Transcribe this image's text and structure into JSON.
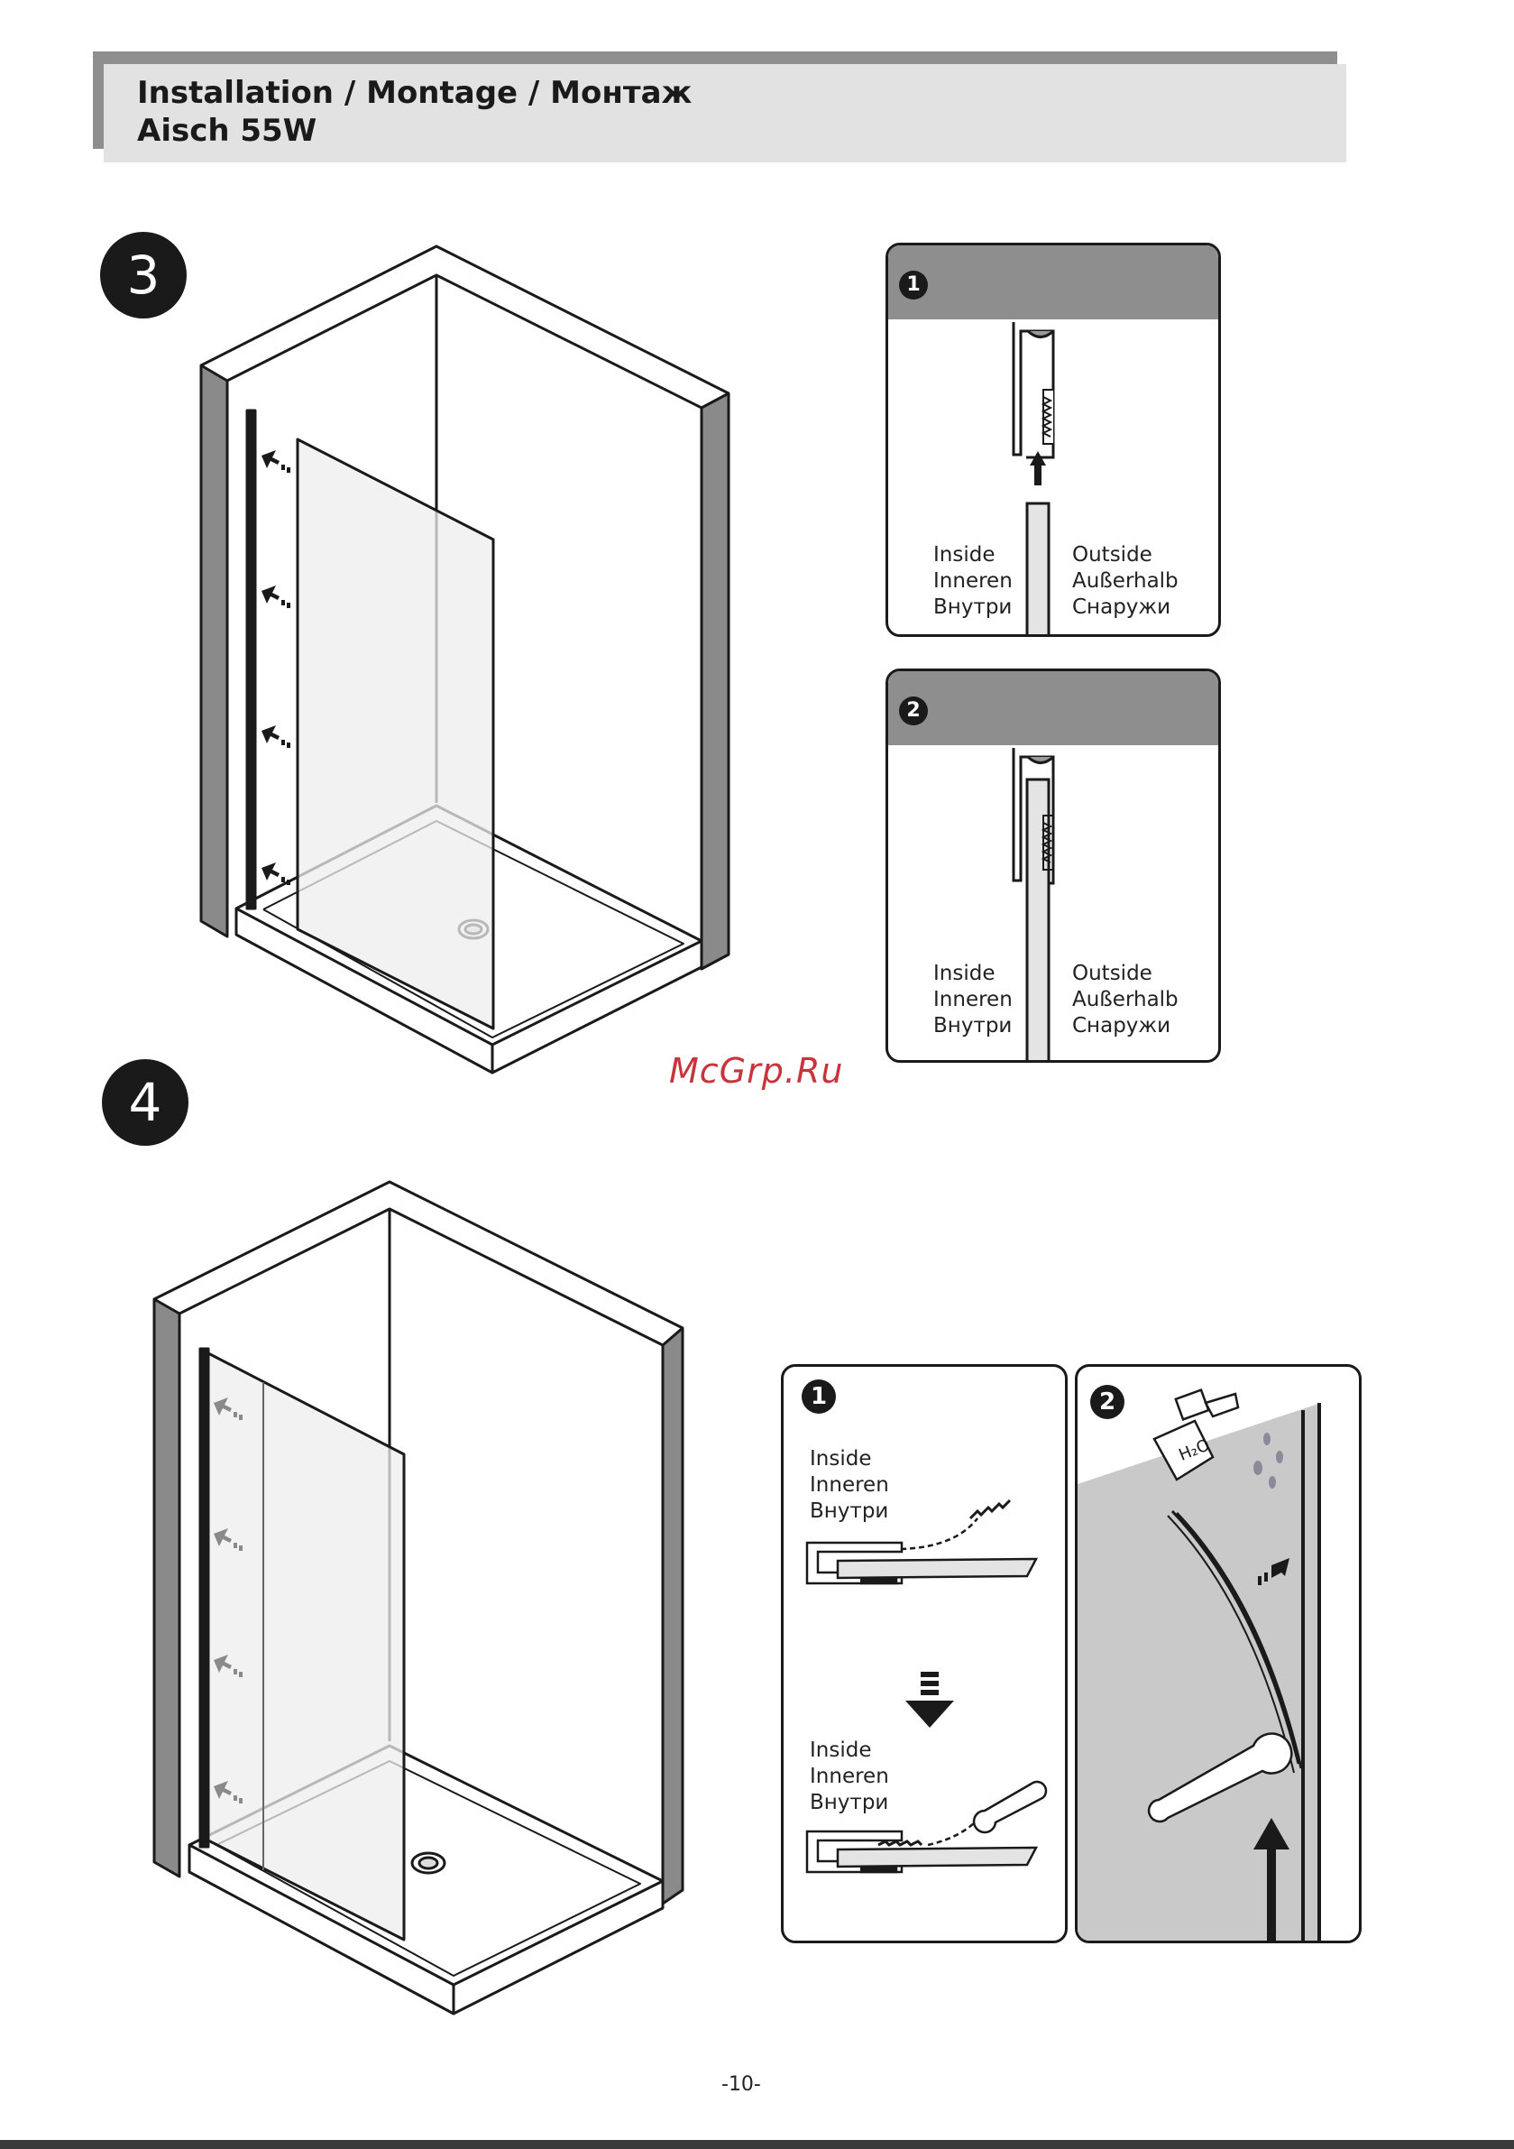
{
  "header": {
    "title_line1": "Installation / Montage / Монтаж",
    "title_line2": "Aisch 55W"
  },
  "steps": {
    "step3": "3",
    "step4": "4"
  },
  "step3_details": [
    {
      "number": "1",
      "inside": [
        "Inside",
        "Inneren",
        "Внутри"
      ],
      "outside": [
        "Outside",
        "Außerhalb",
        "Снаружи"
      ]
    },
    {
      "number": "2",
      "inside": [
        "Inside",
        "Inneren",
        "Внутри"
      ],
      "outside": [
        "Outside",
        "Außerhalb",
        "Снаружи"
      ]
    }
  ],
  "step4_details": [
    {
      "number": "1",
      "inside_a": [
        "Inside",
        "Inneren",
        "Внутри"
      ],
      "inside_b": [
        "Inside",
        "Inneren",
        "Внутри"
      ]
    },
    {
      "number": "2",
      "spray_label": "H₂O"
    }
  ],
  "watermark": "McGrp.Ru",
  "page_number": "-10-"
}
